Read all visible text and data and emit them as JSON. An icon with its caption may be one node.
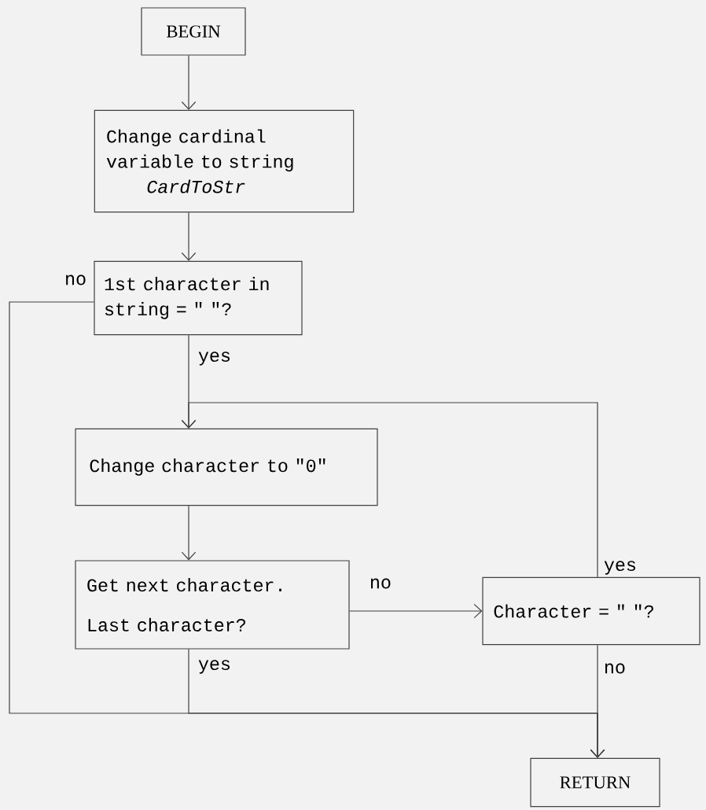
{
  "diagram": {
    "nodes": [
      {
        "text": [
          "BEGIN"
        ]
      },
      {
        "text": [
          "Change cardinal variable to string",
          "CardToStr"
        ]
      },
      {
        "text": [
          "1st character in string = \" \"?"
        ]
      },
      {
        "text": [
          "Change character to \"0\""
        ]
      },
      {
        "text": [
          "Get next character.",
          "Last character?"
        ]
      },
      {
        "text": [
          "Character = \" \"?"
        ]
      },
      {
        "text": [
          "RETURN"
        ]
      }
    ],
    "edges": [
      {
        "from": 0,
        "to": 1,
        "arrow": "to"
      },
      {
        "from": 1,
        "to": 2,
        "arrow": "to"
      },
      {
        "from": 2,
        "to": 3,
        "arrow": "to",
        "label": "yes"
      },
      {
        "from": 3,
        "to": 4,
        "arrow": "to"
      },
      {
        "from": 4,
        "to": 5,
        "arrow": "to",
        "label": "no"
      },
      {
        "from": 5,
        "to": 3,
        "arrow": "to",
        "label": "yes"
      },
      {
        "from": 2,
        "to": 6,
        "arrow": "to",
        "label": "no"
      },
      {
        "from": 4,
        "to": 6,
        "arrow": "to",
        "label": "yes"
      },
      {
        "from": 5,
        "to": 6,
        "arrow": "to",
        "label": "no"
      }
    ]
  }
}
